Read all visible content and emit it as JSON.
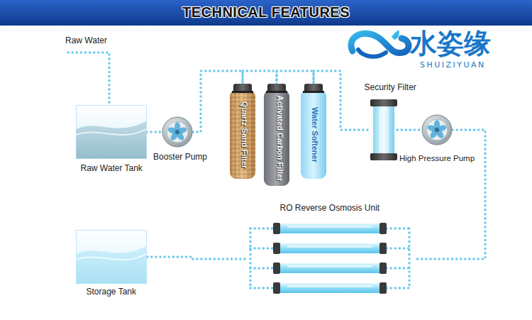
{
  "diagram": {
    "title": "TECHNICAL FEATURES",
    "nodes": [
      {
        "text": [
          "Raw Water Tank"
        ]
      },
      {
        "text": [
          "Booster Pump"
        ]
      },
      {
        "text": [
          "Quartz Sand Filter"
        ]
      },
      {
        "text": [
          "Activated Carbon Filter"
        ]
      },
      {
        "text": [
          "Water Softener"
        ]
      },
      {
        "text": [
          "Security Filter"
        ]
      },
      {
        "text": [
          "High Pressure Pump"
        ]
      },
      {
        "text": [
          "RO Reverse Osmosis Unit"
        ]
      },
      {
        "text": [
          "Storage Tank"
        ]
      }
    ],
    "edges": [
      {
        "from": 0,
        "to": 1,
        "arrow": "none"
      },
      {
        "from": 1,
        "to": 2,
        "arrow": "none"
      },
      {
        "from": 2,
        "to": 3,
        "arrow": "none"
      },
      {
        "from": 3,
        "to": 4,
        "arrow": "none"
      },
      {
        "from": 4,
        "to": 5,
        "arrow": "none"
      },
      {
        "from": 5,
        "to": 6,
        "arrow": "none"
      },
      {
        "from": 6,
        "to": 7,
        "arrow": "none"
      },
      {
        "from": 7,
        "to": 8,
        "arrow": "none"
      }
    ],
    "labels": [
      "Raw Water",
      "水姿缘",
      "SHUIZIYUAN"
    ]
  }
}
